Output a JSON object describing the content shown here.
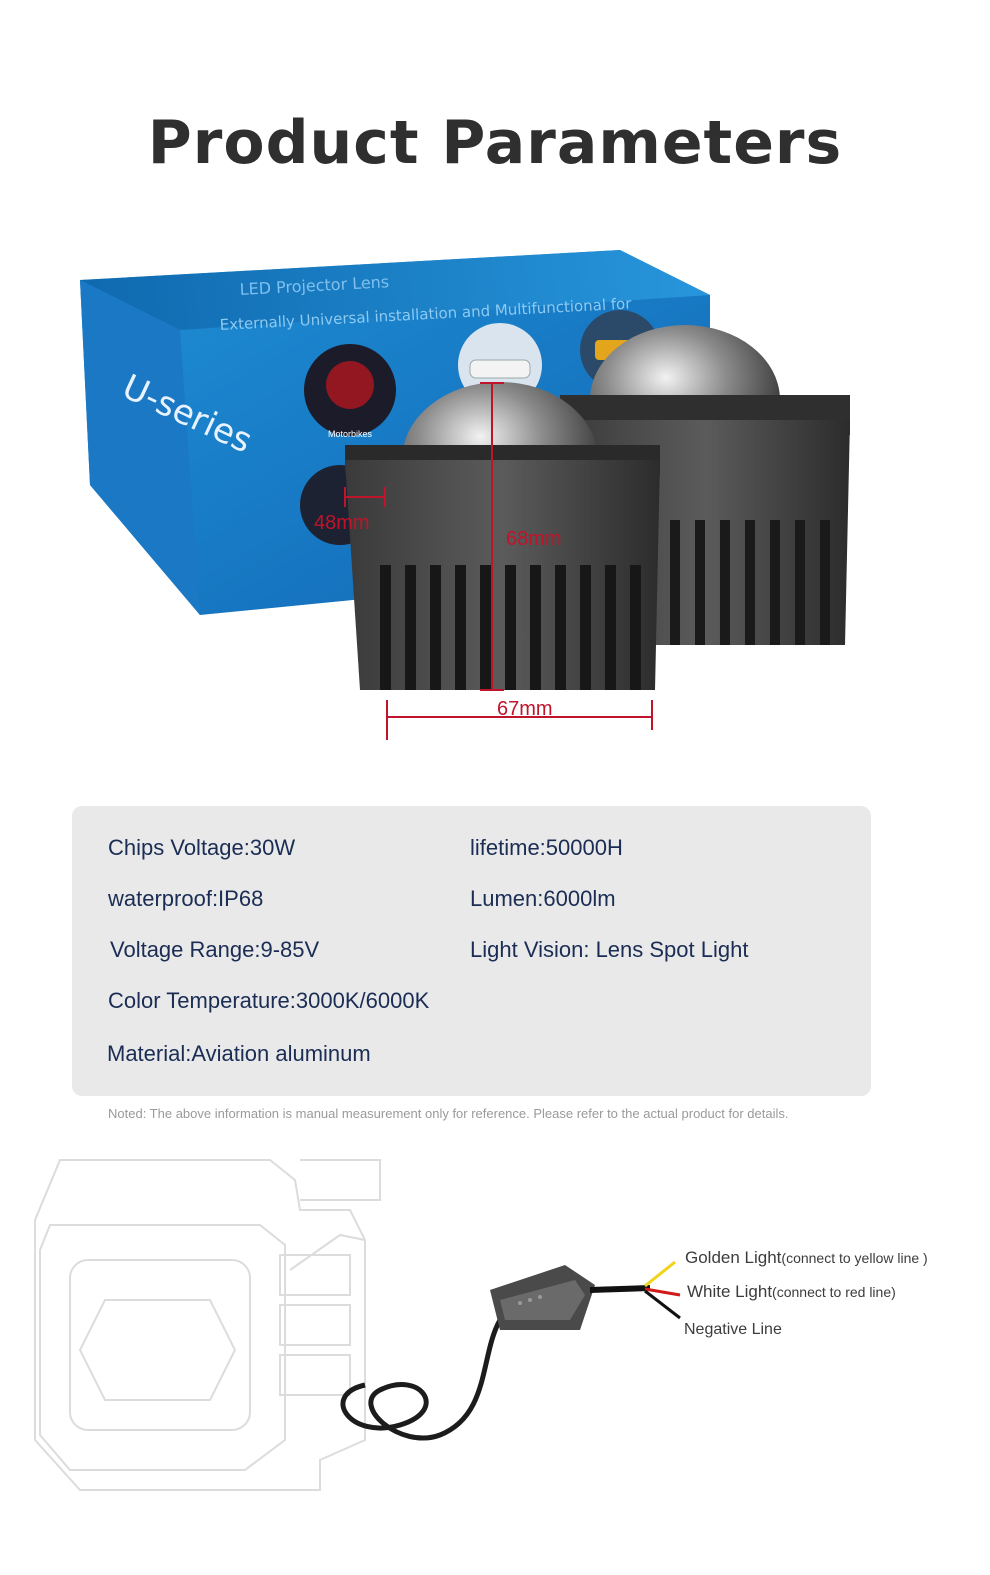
{
  "page": {
    "title": "Product Parameters"
  },
  "hero": {
    "box_brand": "U-series",
    "box_heading": "LED Projector Lens",
    "box_subheading": "Externally Universal installation and Multifunctional for",
    "box_icon_label": "Motorbikes",
    "dimensions": {
      "depth": "48mm",
      "height": "68mm",
      "width": "67mm"
    }
  },
  "specs": {
    "chips_voltage": "Chips Voltage:30W",
    "lifetime": "lifetime:50000H",
    "waterproof": "waterproof:IP68",
    "lumen": "Lumen:6000lm",
    "voltage_range": "Voltage Range:9-85V",
    "light_vision": "Light Vision: Lens Spot Light",
    "color_temperature": "Color Temperature:3000K/6000K",
    "material": "Material:Aviation aluminum"
  },
  "note": "Noted: The above information is manual measurement only for reference. Please refer to the actual product for details.",
  "wiring": {
    "golden_label": "Golden Light",
    "golden_hint": "(connect to yellow line )",
    "white_label": "White Light",
    "white_hint": "(connect to red line)",
    "negative_label": "Negative Line",
    "colors": {
      "golden": "#f3d21a",
      "white": "#d21a1a",
      "negative": "#111111"
    }
  }
}
